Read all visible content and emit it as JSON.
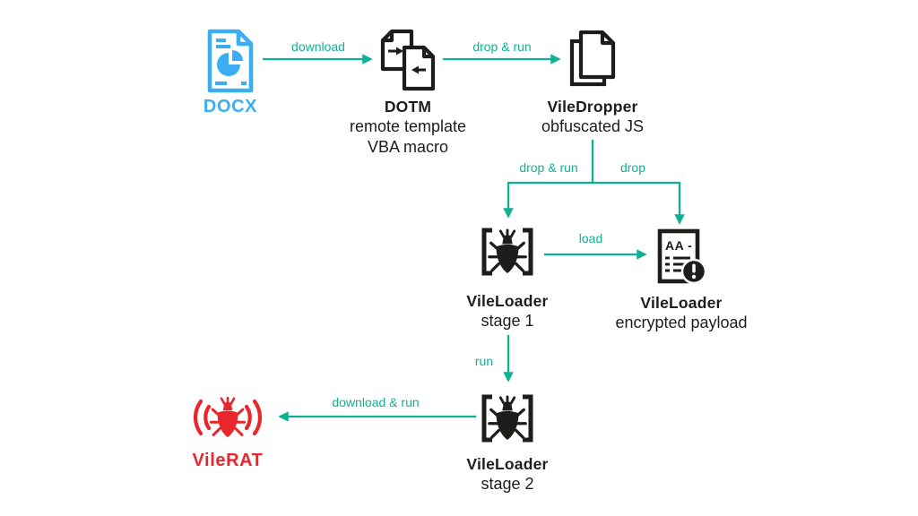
{
  "colors": {
    "arrow_green": "#10B193",
    "docx_blue": "#3BAEF2",
    "alert_red": "#E8262B",
    "ink": "#1D1D1B"
  },
  "nodes": {
    "docx": {
      "title": "DOCX"
    },
    "dotm": {
      "title": "DOTM",
      "line1": "remote template",
      "line2": "VBA macro"
    },
    "viledropper": {
      "title": "VileDropper",
      "line1": "obfuscated JS"
    },
    "stage1": {
      "title": "VileLoader",
      "line1": "stage 1"
    },
    "payload": {
      "title": "VileLoader",
      "line1": "encrypted payload",
      "icon_text": "AA -"
    },
    "stage2": {
      "title": "VileLoader",
      "line1": "stage 2"
    },
    "vilerat": {
      "title": "VileRAT"
    }
  },
  "edges": {
    "download": {
      "label": "download"
    },
    "drop_run_top": {
      "label": "drop & run"
    },
    "drop_run_branch": {
      "label": "drop & run"
    },
    "drop_branch": {
      "label": "drop"
    },
    "load": {
      "label": "load"
    },
    "run": {
      "label": "run"
    },
    "download_run": {
      "label": "download & run"
    }
  }
}
